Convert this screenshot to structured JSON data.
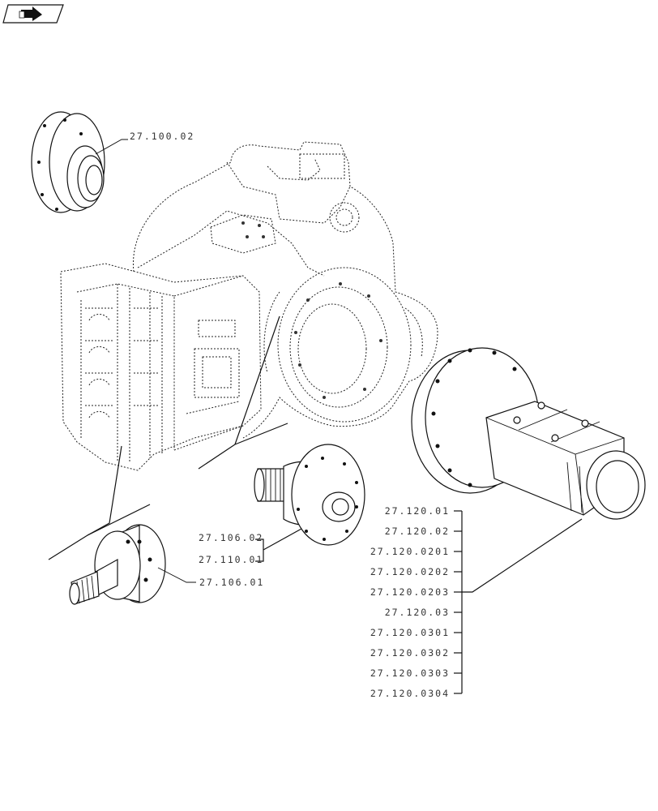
{
  "nav_icon": "next-page-arrow-icon",
  "labels": {
    "diff_cover": "27.100.02",
    "diff_housing": "27.106.02",
    "diff_gear": "27.110.01",
    "pinion": "27.106.01",
    "final_drive": [
      "27.120.01",
      "27.120.02",
      "27.120.0201",
      "27.120.0202",
      "27.120.0203",
      "27.120.03",
      "27.120.0301",
      "27.120.0302",
      "27.120.0303",
      "27.120.0304"
    ]
  }
}
